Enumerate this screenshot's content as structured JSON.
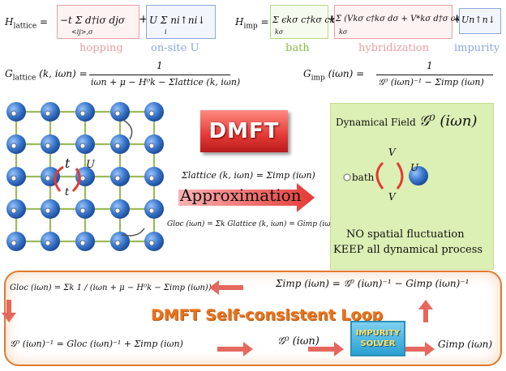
{
  "top": {
    "h_lattice": "H_lattice = −t Σ_{<ij>,σ} d†_{iσ} d_{jσ} + U Σ_i n_{i↑} n_{i↓}",
    "h_lattice_lhs": "H",
    "h_lattice_sub": "lattice",
    "hopping_term": "−t Σ d†iσ djσ",
    "hopping_sum_sub": "<ij>,σ",
    "onsite_term": "U Σ ni↑ni↓",
    "onsite_sum_sub": "i",
    "label_hopping": "hopping",
    "label_onsite": "on-site U",
    "h_imp_lhs": "H",
    "h_imp_sub": "imp",
    "bath_term": "Σ ϵkσ c†kσ ckσ",
    "bath_sum_sub": "kσ",
    "hyb_term": "Σ (Vkσ c†kσ dσ + V*kσ d†σ ckσ)",
    "hyb_sum_sub": "kσ",
    "imp_term": "Un↑n↓",
    "label_bath": "bath",
    "label_hyb": "hybridization",
    "label_impurity": "impurity"
  },
  "formulas": {
    "g_lattice_lhs": "G",
    "g_lattice_sub": "lattice",
    "g_lattice_args": "(k, iωn) =",
    "g_lattice_num": "1",
    "g_lattice_den": "iωn + μ − H⁰k − Σlattice (k, iωn)",
    "g_imp_lhs": "G",
    "g_imp_sub": "imp",
    "g_imp_args": "(iωn) =",
    "g_imp_num": "1",
    "g_imp_den": "𝒢⁰ (iωn)⁻¹ − Σimp (iωn)",
    "sigma_eq": "Σlattice (k, iωn) = Σimp (iωn)",
    "gloc_eq": "Gloc (iωn) = Σk Glattice (k, iωn) = Gimp (iωn)"
  },
  "center": {
    "dmft_label": "DMFT",
    "approx_label": "Approximation"
  },
  "lattice": {
    "hop_t": "t",
    "hop_u": "U",
    "hop_t2": "t"
  },
  "dynamical": {
    "title": "Dynamical Field",
    "symbol": "𝒢⁰ (iωn)",
    "bath": "bath",
    "v_top": "V",
    "v_bottom": "V",
    "u": "U",
    "note1": "NO spatial fluctuation",
    "note2": "KEEP all dynamical process"
  },
  "loop": {
    "title": "DMFT Self-consistent Loop",
    "gloc": "Gloc (iωn) = Σk 1 / (iωn + μ − H⁰k − Σimp (iωn))",
    "sigma_imp": "Σimp (iωn) = 𝒢⁰ (iωn)⁻¹ − Gimp (iωn)⁻¹",
    "g0_inv": "𝒢⁰ (iωn)⁻¹ = Gloc (iωn)⁻¹ + Σimp (iωn)",
    "g0": "𝒢⁰ (iωn)",
    "solver_line1": "IMPURITY",
    "solver_line2": "SOLVER",
    "gimp": "Gimp (iωn)"
  },
  "colors": {
    "hopping_box": "#e8a0a0",
    "onsite_box": "#8aa8e0",
    "bath_box": "#b8d68a",
    "hyb_box": "#e8a0a0",
    "imp_box": "#8aa8e0",
    "site_blue": "#3a78d0",
    "arrow_red": "#e53935",
    "loop_orange": "#e07a2e"
  }
}
